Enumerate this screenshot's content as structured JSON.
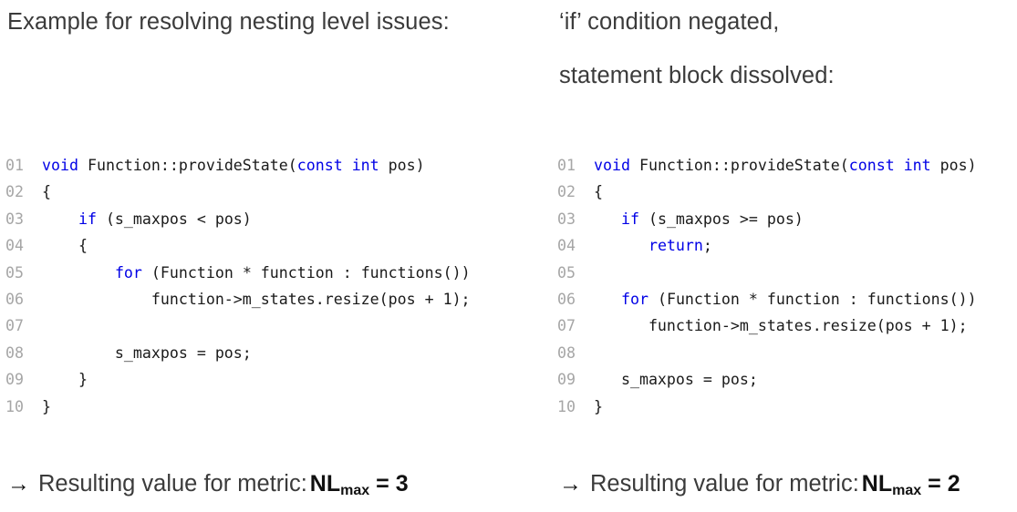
{
  "left": {
    "heading_lines": [
      "Example for resolving nesting level issues:"
    ],
    "code": {
      "lines": [
        {
          "num": "01",
          "segments": [
            {
              "t": "void",
              "kw": true
            },
            {
              "t": " Function::provideState(",
              "kw": false
            },
            {
              "t": "const int",
              "kw": true
            },
            {
              "t": " pos)",
              "kw": false
            }
          ]
        },
        {
          "num": "02",
          "segments": [
            {
              "t": "{",
              "kw": false
            }
          ]
        },
        {
          "num": "03",
          "segments": [
            {
              "t": "    ",
              "kw": false
            },
            {
              "t": "if",
              "kw": true
            },
            {
              "t": " (s_maxpos < pos)",
              "kw": false
            }
          ]
        },
        {
          "num": "04",
          "segments": [
            {
              "t": "    {",
              "kw": false
            }
          ]
        },
        {
          "num": "05",
          "segments": [
            {
              "t": "        ",
              "kw": false
            },
            {
              "t": "for",
              "kw": true
            },
            {
              "t": " (Function * function : functions())",
              "kw": false
            }
          ]
        },
        {
          "num": "06",
          "segments": [
            {
              "t": "            function->m_states.resize(pos + 1);",
              "kw": false
            }
          ]
        },
        {
          "num": "07",
          "segments": [
            {
              "t": "",
              "kw": false
            }
          ]
        },
        {
          "num": "08",
          "segments": [
            {
              "t": "        s_maxpos = pos;",
              "kw": false
            }
          ]
        },
        {
          "num": "09",
          "segments": [
            {
              "t": "    }",
              "kw": false
            }
          ]
        },
        {
          "num": "10",
          "segments": [
            {
              "t": "}",
              "kw": false
            }
          ]
        }
      ]
    },
    "conclusion": {
      "arrow": "→",
      "text": "Resulting value for metric:",
      "metric_base": "NL",
      "metric_sub": "max",
      "result": "= 3"
    }
  },
  "right": {
    "heading_lines": [
      "‘if’ condition negated,",
      "statement block dissolved:"
    ],
    "code": {
      "lines": [
        {
          "num": "01",
          "segments": [
            {
              "t": "void",
              "kw": true
            },
            {
              "t": " Function::provideState(",
              "kw": false
            },
            {
              "t": "const int",
              "kw": true
            },
            {
              "t": " pos)",
              "kw": false
            }
          ]
        },
        {
          "num": "02",
          "segments": [
            {
              "t": "{",
              "kw": false
            }
          ]
        },
        {
          "num": "03",
          "segments": [
            {
              "t": "   ",
              "kw": false
            },
            {
              "t": "if",
              "kw": true
            },
            {
              "t": " (s_maxpos >= pos)",
              "kw": false
            }
          ]
        },
        {
          "num": "04",
          "segments": [
            {
              "t": "      ",
              "kw": false
            },
            {
              "t": "return",
              "kw": true
            },
            {
              "t": ";",
              "kw": false
            }
          ]
        },
        {
          "num": "05",
          "segments": [
            {
              "t": "",
              "kw": false
            }
          ]
        },
        {
          "num": "06",
          "segments": [
            {
              "t": "   ",
              "kw": false
            },
            {
              "t": "for",
              "kw": true
            },
            {
              "t": " (Function * function : functions())",
              "kw": false
            }
          ]
        },
        {
          "num": "07",
          "segments": [
            {
              "t": "      function->m_states.resize(pos + 1);",
              "kw": false
            }
          ]
        },
        {
          "num": "08",
          "segments": [
            {
              "t": "",
              "kw": false
            }
          ]
        },
        {
          "num": "09",
          "segments": [
            {
              "t": "   s_maxpos = pos;",
              "kw": false
            }
          ]
        },
        {
          "num": "10",
          "segments": [
            {
              "t": "}",
              "kw": false
            }
          ]
        }
      ]
    },
    "conclusion": {
      "arrow": "→",
      "text": "Resulting value for metric:",
      "metric_base": "NL",
      "metric_sub": "max",
      "result": "= 2"
    }
  },
  "colors": {
    "keyword": "#0000e6",
    "line_number": "#a6a6a6",
    "code_text": "#1a1a1a",
    "body_text": "#3b3b3b",
    "emphasis": "#111111",
    "background": "#ffffff"
  }
}
